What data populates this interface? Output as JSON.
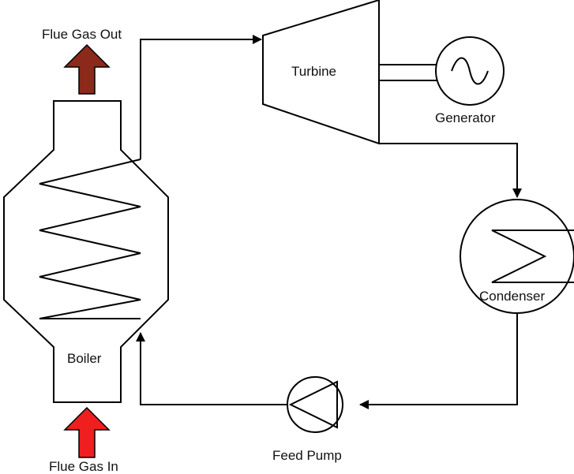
{
  "labels": {
    "flue_gas_out": "Flue Gas Out",
    "flue_gas_in": "Flue Gas In",
    "turbine": "Turbine",
    "generator": "Generator",
    "condenser": "Condenser",
    "boiler": "Boiler",
    "feed_pump": "Feed Pump"
  },
  "colors": {
    "line": "#000000",
    "flue_gas_out_arrow": "#8B2A1A",
    "flue_gas_in_arrow": "#F01E1E",
    "background": "#FFFFFF"
  },
  "icons": {
    "generator_symbol": "sine-wave-icon",
    "pump_symbol": "pump-triangle-icon",
    "condenser_symbol": "zigzag-coil-icon",
    "boiler_coil": "zigzag-coil-icon"
  }
}
